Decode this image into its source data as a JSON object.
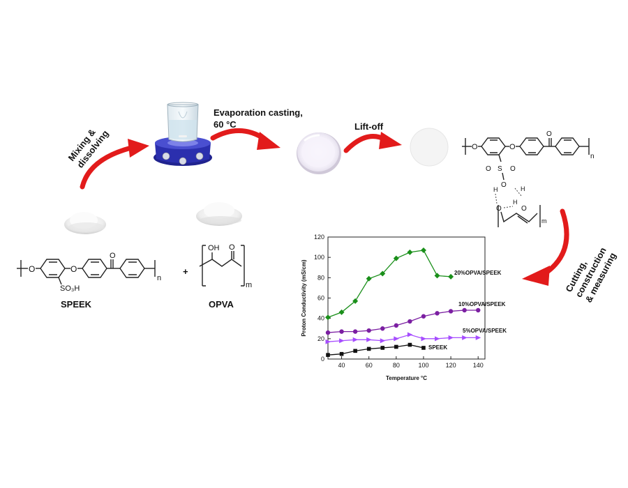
{
  "steps": {
    "mixing": [
      "Mixing &",
      "dissolving"
    ],
    "evaporation": [
      "Evaporation casting,",
      "60 °C"
    ],
    "liftoff": "Lift-off",
    "cutting": [
      "Cutting,",
      "construction",
      "& measuring"
    ]
  },
  "materials": {
    "speek": "SPEEK",
    "opva": "OPVA",
    "plus": "+",
    "so3h": "SO₃H",
    "oh": "OH",
    "o": "O",
    "n": "n",
    "m": "m",
    "h": "H"
  },
  "colors": {
    "arrow": "#e21b1b",
    "beaker_base": "#2b2fae",
    "s20": "#1a8f1a",
    "s10": "#7b1fa2",
    "s5": "#a64dff",
    "s0": "#111111"
  },
  "chart_data": {
    "type": "line",
    "xlabel": "Temperature °C",
    "ylabel": "Proton Conductivity (mS/cm)",
    "xlim": [
      30,
      145
    ],
    "ylim": [
      0,
      120
    ],
    "xticks": [
      40,
      60,
      80,
      100,
      120,
      140
    ],
    "yticks": [
      0,
      20,
      40,
      60,
      80,
      100,
      120
    ],
    "series": [
      {
        "name": "20%OPVA/SPEEK",
        "marker": "diamond",
        "color": "#1a8f1a",
        "x": [
          30,
          40,
          50,
          60,
          70,
          80,
          90,
          100,
          110,
          120
        ],
        "y": [
          41,
          46,
          57,
          79,
          84,
          99,
          105,
          107,
          82,
          81
        ]
      },
      {
        "name": "10%OPVA/SPEEK",
        "marker": "circle",
        "color": "#7b1fa2",
        "x": [
          30,
          40,
          50,
          60,
          70,
          80,
          90,
          100,
          110,
          120,
          130,
          140
        ],
        "y": [
          26,
          27,
          27,
          28,
          30,
          33,
          37,
          42,
          45,
          47,
          48,
          48
        ]
      },
      {
        "name": "5%OPVA/SPEEK",
        "marker": "triangle",
        "color": "#a64dff",
        "x": [
          30,
          40,
          50,
          60,
          70,
          80,
          90,
          100,
          110,
          120,
          130,
          140
        ],
        "y": [
          17,
          18,
          19,
          19,
          18,
          20,
          24,
          20,
          20,
          21,
          21,
          21
        ]
      },
      {
        "name": "SPEEK",
        "marker": "square",
        "color": "#111111",
        "x": [
          30,
          40,
          50,
          60,
          70,
          80,
          90,
          100
        ],
        "y": [
          4,
          5,
          8,
          10,
          11,
          12,
          14,
          11
        ]
      }
    ]
  }
}
